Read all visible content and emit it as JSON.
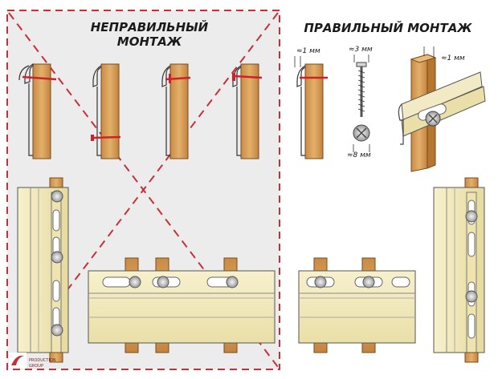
{
  "wrong": {
    "title_line1": "НЕПРАВИЛЬНЫЙ",
    "title_line2": "МОНТАЖ"
  },
  "right": {
    "title": "ПРАВИЛЬНЫЙ МОНТАЖ"
  },
  "dimensions": {
    "gap_nail": "≈1 мм",
    "nail_head_gap": "≈3 мм",
    "screw_head": "≈8 мм",
    "gap_screw": "≈1 мм"
  },
  "logo": {
    "line1": "PRODUCTION",
    "line2": "GROUP"
  },
  "colors": {
    "wood": "#d9a35c",
    "panel": "#f4ecc0",
    "mark": "#d0202a",
    "outline": "#3a3a3a"
  }
}
